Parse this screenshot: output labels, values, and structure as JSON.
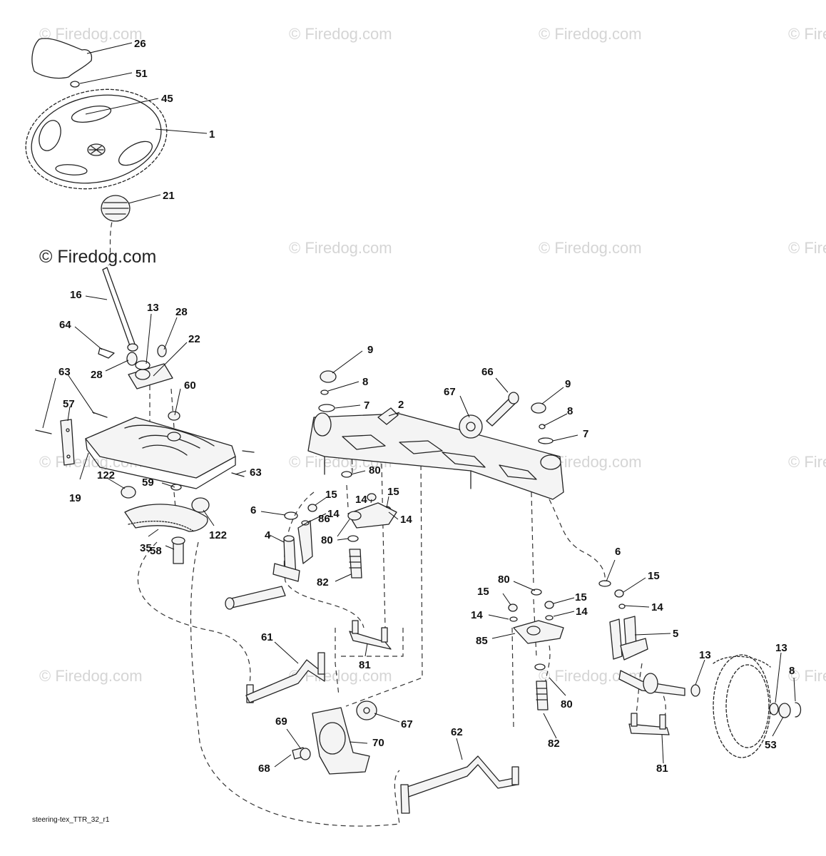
{
  "watermark": "© Firedog.com",
  "diagram_code": "steering-tex_TTR_32_r1",
  "callouts": [
    "26",
    "51",
    "45",
    "1",
    "21",
    "16",
    "13",
    "28",
    "64",
    "28",
    "22",
    "63",
    "57",
    "60",
    "19",
    "63",
    "122",
    "59",
    "122",
    "35",
    "58",
    "9",
    "8",
    "7",
    "2",
    "67",
    "66",
    "9",
    "8",
    "7",
    "80",
    "6",
    "15",
    "14",
    "14",
    "15",
    "14",
    "86",
    "4",
    "80",
    "82",
    "15",
    "14",
    "15",
    "14",
    "80",
    "85",
    "6",
    "15",
    "14",
    "5",
    "61",
    "81",
    "13",
    "13",
    "8",
    "53",
    "67",
    "62",
    "69",
    "70",
    "68",
    "80",
    "82",
    "81"
  ]
}
